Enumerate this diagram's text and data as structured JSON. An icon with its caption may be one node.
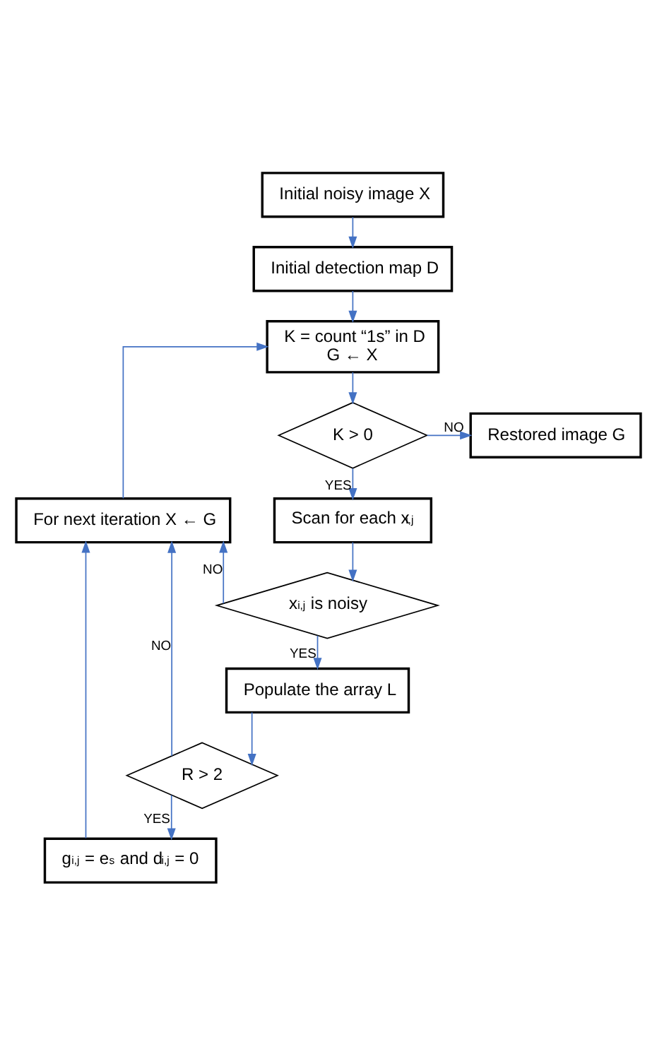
{
  "diagram": {
    "nodes": [
      {
        "text": [
          "Initial noisy image X"
        ]
      },
      {
        "text": [
          "Initial detection map D"
        ]
      },
      {
        "text": [
          "K = count “1s” in D",
          "G ← X"
        ]
      },
      {
        "text": [
          "K > 0"
        ]
      },
      {
        "text": [
          "Restored image G"
        ]
      },
      {
        "text": [
          "Scan for each x$_{i,j}$"
        ]
      },
      {
        "text": [
          "x$_{i,j}$ is noisy"
        ]
      },
      {
        "text": [
          "Populate the array L"
        ]
      },
      {
        "text": [
          "R > 2"
        ]
      },
      {
        "text": [
          "g$_{i,j}$ = e$_{s}$ and d$_{i,j}$ = 0"
        ]
      },
      {
        "text": [
          "For next iteration X ← G"
        ]
      }
    ],
    "edges": [
      {
        "from": 0,
        "to": 1,
        "arrow": "to"
      },
      {
        "from": 1,
        "to": 2,
        "arrow": "to"
      },
      {
        "from": 2,
        "to": 3,
        "arrow": "to"
      },
      {
        "from": 3,
        "to": 4,
        "arrow": "to",
        "label": "NO"
      },
      {
        "from": 3,
        "to": 5,
        "arrow": "to",
        "label": "YES"
      },
      {
        "from": 5,
        "to": 6,
        "arrow": "to"
      },
      {
        "from": 6,
        "to": 10,
        "arrow": "to",
        "label": "NO"
      },
      {
        "from": 6,
        "to": 7,
        "arrow": "to",
        "label": "YES"
      },
      {
        "from": 7,
        "to": 8,
        "arrow": "to"
      },
      {
        "from": 8,
        "to": 10,
        "arrow": "to",
        "label": "NO"
      },
      {
        "from": 8,
        "to": 9,
        "arrow": "to",
        "label": "YES"
      },
      {
        "from": 9,
        "to": 10,
        "arrow": "to"
      },
      {
        "from": 10,
        "to": 2,
        "arrow": "to"
      }
    ]
  }
}
